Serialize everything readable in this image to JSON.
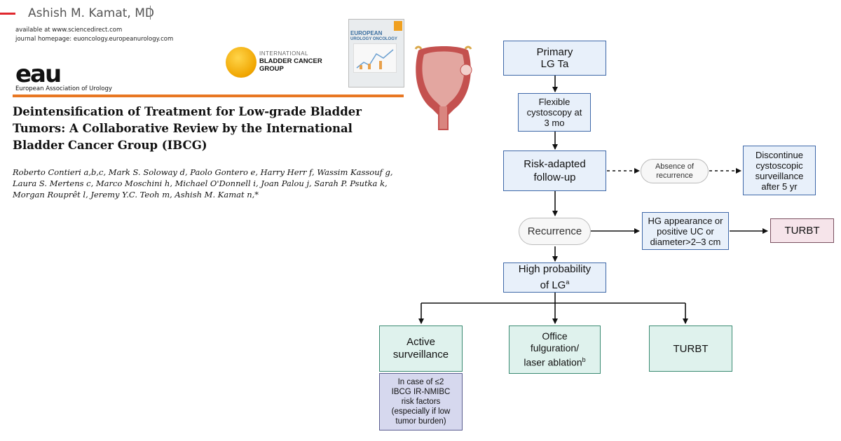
{
  "header": {
    "author": "Ashish M. Kamat, MD"
  },
  "paper": {
    "available_at": "available at www.sciencedirect.com",
    "journal_homepage": "journal homepage: euoncology.europeanurology.com",
    "eau_logo": "eau",
    "eau_caption": "European Association of Urology",
    "ibcg_small": "INTERNATIONAL",
    "ibcg_line1": "BLADDER CANCER",
    "ibcg_line2": "GROUP",
    "cover_title_1": "EUROPEAN",
    "cover_title_2": "UROLOGY ONCOLOGY",
    "title": "Deintensification of Treatment for Low-grade Bladder Tumors: A Collaborative Review by the International Bladder Cancer Group (IBCG)",
    "authors_line1": "Roberto Contieri a,b,c, Mark S. Soloway d, Paolo Gontero e, Harry Herr f, Wassim Kassouf g,",
    "authors_line2": "Laura S. Mertens c, Marco Moschini h, Michael O'Donnell i, Joan Palou j, Sarah P. Psutka k,",
    "authors_line3": "Morgan Rouprêt l, Jeremy Y.C. Teoh m, Ashish M. Kamat n,*"
  },
  "flow": {
    "primary_1": "Primary",
    "primary_2": "LG Ta",
    "cysto_1": "Flexible",
    "cysto_2": "cystoscopy at",
    "cysto_3": "3 mo",
    "risk_1": "Risk-adapted",
    "risk_2": "follow-up",
    "absence_1": "Absence of",
    "absence_2": "recurrence",
    "discontinue_1": "Discontinue",
    "discontinue_2": "cystoscopic",
    "discontinue_3": "surveillance",
    "discontinue_4": "after 5 yr",
    "recurrence": "Recurrence",
    "hg_1": "HG appearance or",
    "hg_2": "positive UC or",
    "hg_3": "diameter>2–3 cm",
    "turbt_top": "TURBT",
    "highprob_1": "High probability",
    "highprob_2": "of LG",
    "highprob_sup": "a",
    "active_1": "Active",
    "active_2": "surveillance",
    "office_1": "Office",
    "office_2": "fulguration/",
    "office_3": "laser ablation",
    "office_sup": "b",
    "turbt_bottom": "TURBT",
    "note_1": "In case of ≤2",
    "note_2": "IBCG IR-NMIBC",
    "note_3": "risk factors",
    "note_4": "(especially if low",
    "note_5": "tumor burden)"
  }
}
